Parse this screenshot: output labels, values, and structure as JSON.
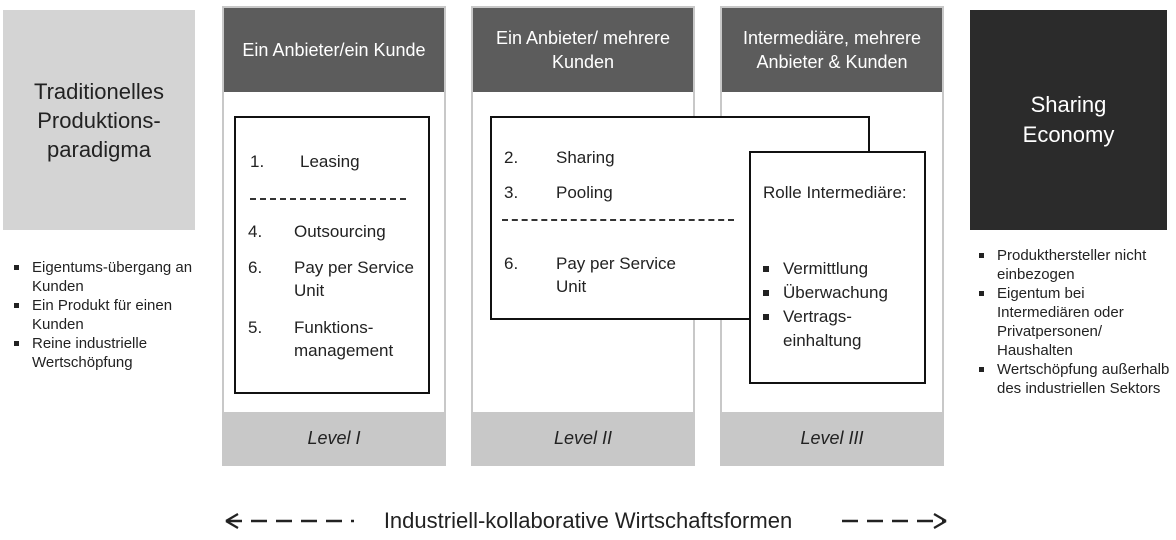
{
  "left_box": {
    "title": "Traditionelles Produktions-paradigma"
  },
  "right_box": {
    "title": "Sharing Economy"
  },
  "left_bullets": [
    "Eigentums-übergang an Kunden",
    "Ein Produkt für einen Kunden",
    "Reine industrielle Wertschöpfung"
  ],
  "right_bullets": [
    "Produkthersteller nicht einbezogen",
    "Eigentum bei Intermediären oder Privatpersonen/ Haushalten",
    "Wertschöpfung außerhalb des industriellen Sektors"
  ],
  "columns": [
    {
      "header": "Ein Anbieter/ein Kunde",
      "footer": "Level I",
      "items_top": [
        {
          "num": "1.",
          "text": "Leasing"
        }
      ],
      "items_bottom": [
        {
          "num": "4.",
          "text": "Outsourcing"
        },
        {
          "num": "6.",
          "text": "Pay per Service Unit"
        },
        {
          "num": "5.",
          "text": "Funktions-management"
        }
      ]
    },
    {
      "header": "Ein Anbieter/ mehrere Kunden",
      "footer": "Level II",
      "items_top": [
        {
          "num": "2.",
          "text": "Sharing"
        },
        {
          "num": "3.",
          "text": "Pooling"
        }
      ],
      "items_bottom": [
        {
          "num": "6.",
          "text": "Pay per Service Unit"
        }
      ]
    },
    {
      "header": "Intermediäre, mehrere Anbieter & Kunden",
      "footer": "Level III",
      "role_title": "Rolle Intermediäre:",
      "role_items": [
        "Vermittlung",
        "Überwachung",
        "Vertrags-einhaltung"
      ]
    }
  ],
  "bottom_label": "Industriell-kollaborative Wirtschaftsformen"
}
